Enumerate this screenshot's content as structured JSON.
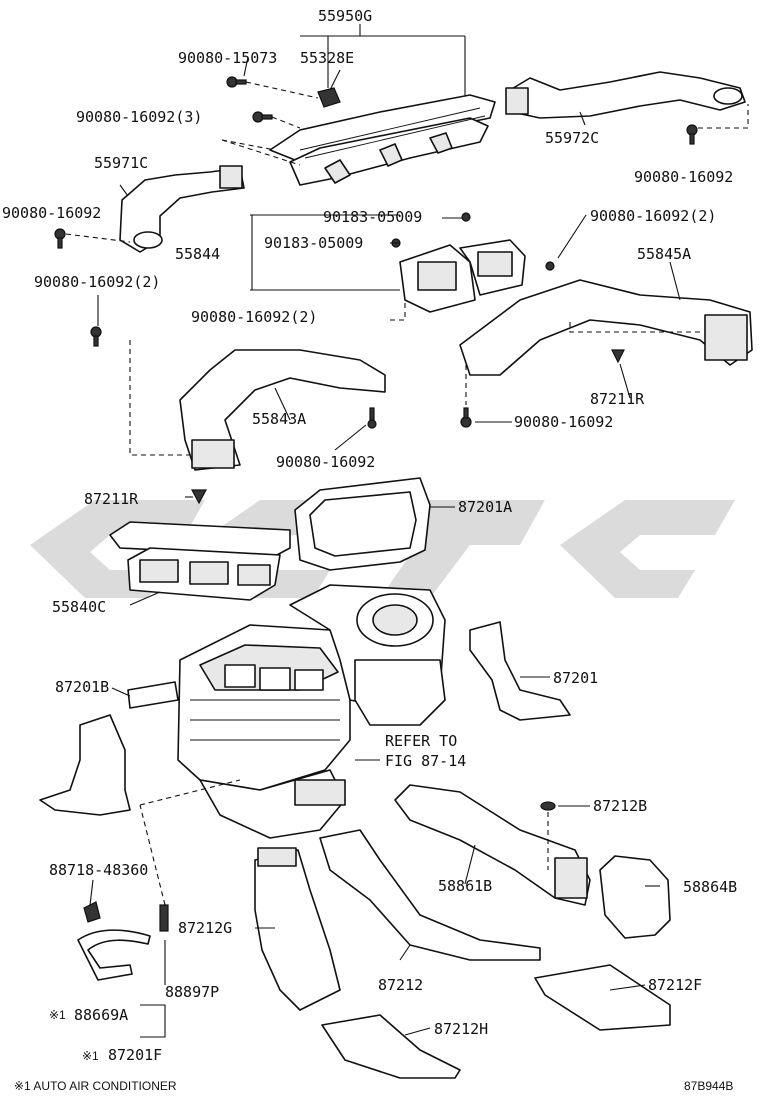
{
  "parts": {
    "p55950G": "55950G",
    "p90080_15073": "90080-15073",
    "p55328E": "55328E",
    "p90080_16092_3": "90080-16092(3)",
    "p55972C": "55972C",
    "p90080_16092_a": "90080-16092",
    "p55971C": "55971C",
    "p90080_16092_b": "90080-16092",
    "p90183_05009_a": "90183-05009",
    "p90080_16092_2a": "90080-16092(2)",
    "p55844": "55844",
    "p90183_05009_b": "90183-05009",
    "p55845A": "55845A",
    "p90080_16092_2b": "90080-16092(2)",
    "p90080_16092_2c": "90080-16092(2)",
    "p87211R_a": "87211R",
    "p55843A": "55843A",
    "p90080_16092_c": "90080-16092",
    "p90080_16092_d": "90080-16092",
    "p87211R_b": "87211R",
    "p87201A": "87201A",
    "p55840C": "55840C",
    "p87201": "87201",
    "p87201B": "87201B",
    "refer1": "REFER TO",
    "refer2": "FIG 87-14",
    "p87212B": "87212B",
    "p88718_48360": "88718-48360",
    "p58861B": "58861B",
    "p58864B": "58864B",
    "p87212G": "87212G",
    "p88897P": "88897P",
    "p87212": "87212",
    "p87212F": "87212F",
    "p88669A": "88669A",
    "p87212H": "87212H",
    "p87201F": "87201F",
    "mark1": "※1",
    "mark2": "※1"
  },
  "footnote": "※1 AUTO AIR CONDITIONER",
  "figure_code": "87B944B"
}
